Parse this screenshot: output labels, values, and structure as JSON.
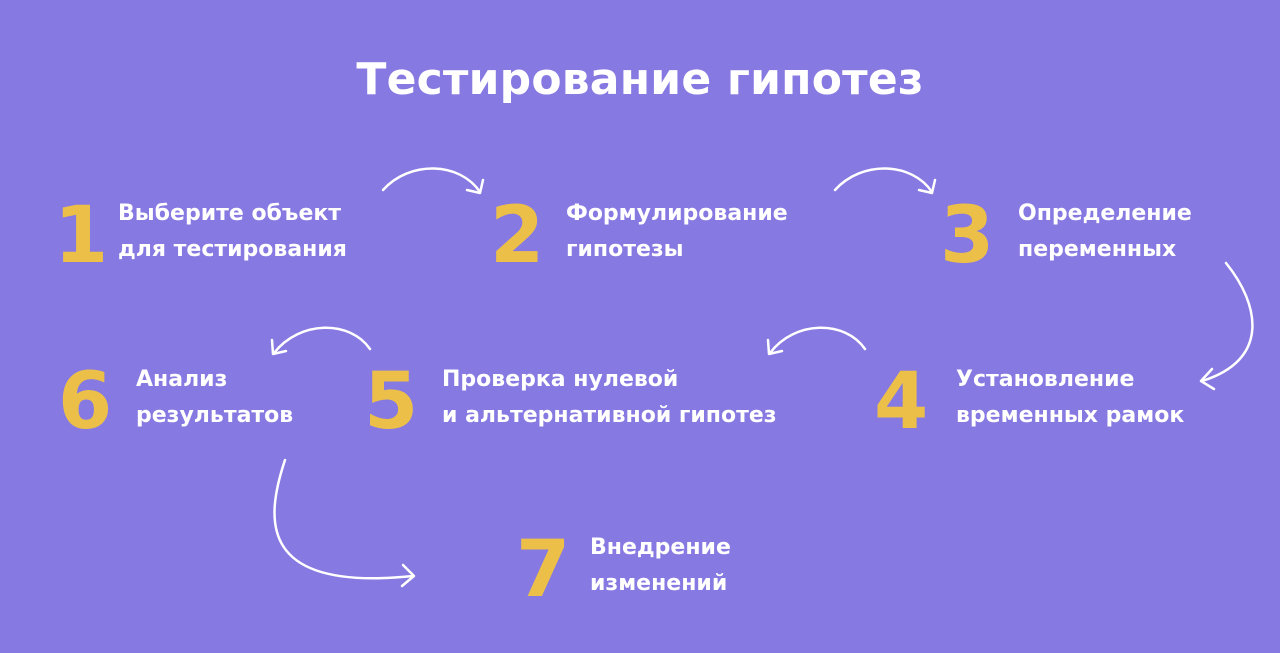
{
  "title": "Тестирование гипотез",
  "colors": {
    "background": "#8679e1",
    "number": "#ecc048",
    "text": "#ffffff",
    "arrow": "#ffffff"
  },
  "steps": [
    {
      "number": "1",
      "line1": "Выберите объект",
      "line2": "для тестирования"
    },
    {
      "number": "2",
      "line1": "Формулирование",
      "line2": "гипотезы"
    },
    {
      "number": "3",
      "line1": "Определение",
      "line2": "переменных"
    },
    {
      "number": "4",
      "line1": "Установление",
      "line2": "временных рамок"
    },
    {
      "number": "5",
      "line1": "Проверка нулевой",
      "line2": "и альтернативной гипотез"
    },
    {
      "number": "6",
      "line1": "Анализ",
      "line2": "результатов"
    },
    {
      "number": "7",
      "line1": "Внедрение",
      "line2": "изменений"
    }
  ]
}
